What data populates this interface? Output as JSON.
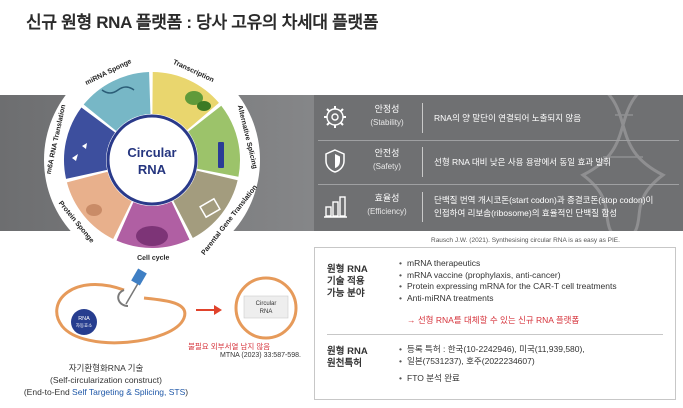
{
  "title": "신규 원형 RNA 플랫폼 : 당사 고유의 차세대 플랫폼",
  "circle": {
    "center": {
      "line1": "Circular",
      "line2": "RNA"
    },
    "segments": [
      {
        "label": "Transcription",
        "color": "#e9d66e"
      },
      {
        "label": "Alternative Splicing",
        "color": "#9cc36a"
      },
      {
        "label": "Parental Gene Translation",
        "color": "#a39c7e"
      },
      {
        "label": "Cell cycle",
        "color": "#b05fa3"
      },
      {
        "label": "Protein Sponge",
        "color": "#e8b08c"
      },
      {
        "label": "m6A RNA Translation",
        "color": "#3d4f9e"
      },
      {
        "label": "miRNA Sponge",
        "color": "#77b7c6"
      }
    ]
  },
  "features": [
    {
      "icon": "stability-gear-icon",
      "name": "안정성",
      "name_en": "(Stability)",
      "desc": "RNA의 양 말단이 연결되어 노출되지 않음"
    },
    {
      "icon": "safety-shield-icon",
      "name": "안전성",
      "name_en": "(Safety)",
      "desc": "선형 RNA 대비 낮은 사용 용량에서 동일 효과 발휘"
    },
    {
      "icon": "efficiency-bars-icon",
      "name": "효율성",
      "name_en": "(Efficiency)",
      "desc_line1": "단백질 번역 개시코돈(start codon)과 종결코돈(stop codon)이",
      "desc_line2": "인접하여 리보솜(ribosome)의 효율적인 단백질 합성"
    }
  ],
  "reference_top": "Rausch J.W. (2021). Synthesising circular RNA is as easy as PIE.",
  "tech": {
    "rna_label_line1": "RNA",
    "rna_label_line2": "자동효소",
    "circular_label_line1": "Circular",
    "circular_label_line2": "RNA",
    "red_note": "불필요 외부서열 남지 않음",
    "reference": "MTNA (2023) 33:587-598.",
    "caption_line1": "자기환형화RNA 기술",
    "caption_line2": "(Self-circularization construct)",
    "caption_line3_pre": "(End-to-End ",
    "caption_line3_sts": "Self Targeting & Splicing, STS",
    "caption_line3_post": ")"
  },
  "info": {
    "app_heading_line1": "원형 RNA",
    "app_heading_line2": "기술 적용",
    "app_heading_line3": "가능 분야",
    "app_items": [
      "mRNA therapeutics",
      "mRNA vaccine (prophylaxis, anti-cancer)",
      "Protein expressing mRNA for the CAR-T cell treatments",
      "Anti-miRNA treatments"
    ],
    "app_arrow": "→ 선형 RNA를 대체할 수 있는 신규 RNA 플랫폼",
    "patent_heading_line1": "원형 RNA",
    "patent_heading_line2": "원천특허",
    "patent_items": [
      "등록 특허 : 한국(10-2242946), 미국(11,939,580),",
      "일본(7531237), 호주(2022234607)",
      "FTO 분석 완료"
    ]
  }
}
